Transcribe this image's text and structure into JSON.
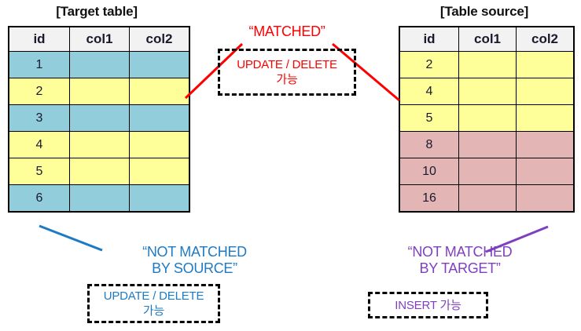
{
  "diagram": {
    "title_target": "[Target table]",
    "title_source": "[Table source]"
  },
  "target_table": {
    "name": "Target table",
    "columns": [
      "id",
      "col1",
      "col2"
    ],
    "rows": [
      {
        "id": "1",
        "col1": "",
        "col2": "",
        "highlight": "blue"
      },
      {
        "id": "2",
        "col1": "",
        "col2": "",
        "highlight": "yellow"
      },
      {
        "id": "3",
        "col1": "",
        "col2": "",
        "highlight": "blue"
      },
      {
        "id": "4",
        "col1": "",
        "col2": "",
        "highlight": "yellow"
      },
      {
        "id": "5",
        "col1": "",
        "col2": "",
        "highlight": "yellow"
      },
      {
        "id": "6",
        "col1": "",
        "col2": "",
        "highlight": "blue"
      }
    ]
  },
  "source_table": {
    "name": "Table source",
    "columns": [
      "id",
      "col1",
      "col2"
    ],
    "rows": [
      {
        "id": "2",
        "col1": "",
        "col2": "",
        "highlight": "yellow"
      },
      {
        "id": "4",
        "col1": "",
        "col2": "",
        "highlight": "yellow"
      },
      {
        "id": "5",
        "col1": "",
        "col2": "",
        "highlight": "yellow"
      },
      {
        "id": "8",
        "col1": "",
        "col2": "",
        "highlight": "pink"
      },
      {
        "id": "10",
        "col1": "",
        "col2": "",
        "highlight": "pink"
      },
      {
        "id": "16",
        "col1": "",
        "col2": "",
        "highlight": "pink"
      }
    ]
  },
  "annotations": {
    "matched": {
      "label": "“MATCHED”",
      "box_text": "UPDATE / DELETE\n가능",
      "color": "#ff0000"
    },
    "not_matched_by_source": {
      "label": "“NOT MATCHED\nBY SOURCE”",
      "box_text": "UPDATE / DELETE\n가능",
      "color": "#1f7ac4"
    },
    "not_matched_by_target": {
      "label": "“NOT MATCHED\nBY TARGET”",
      "box_text": "INSERT 가능",
      "color": "#7f3fbf"
    }
  },
  "colors": {
    "row_blue": "#92cddc",
    "row_yellow": "#ffff99",
    "row_pink": "#e3b6b5",
    "header_bg": "#f2f2f2",
    "border": "#000000"
  }
}
